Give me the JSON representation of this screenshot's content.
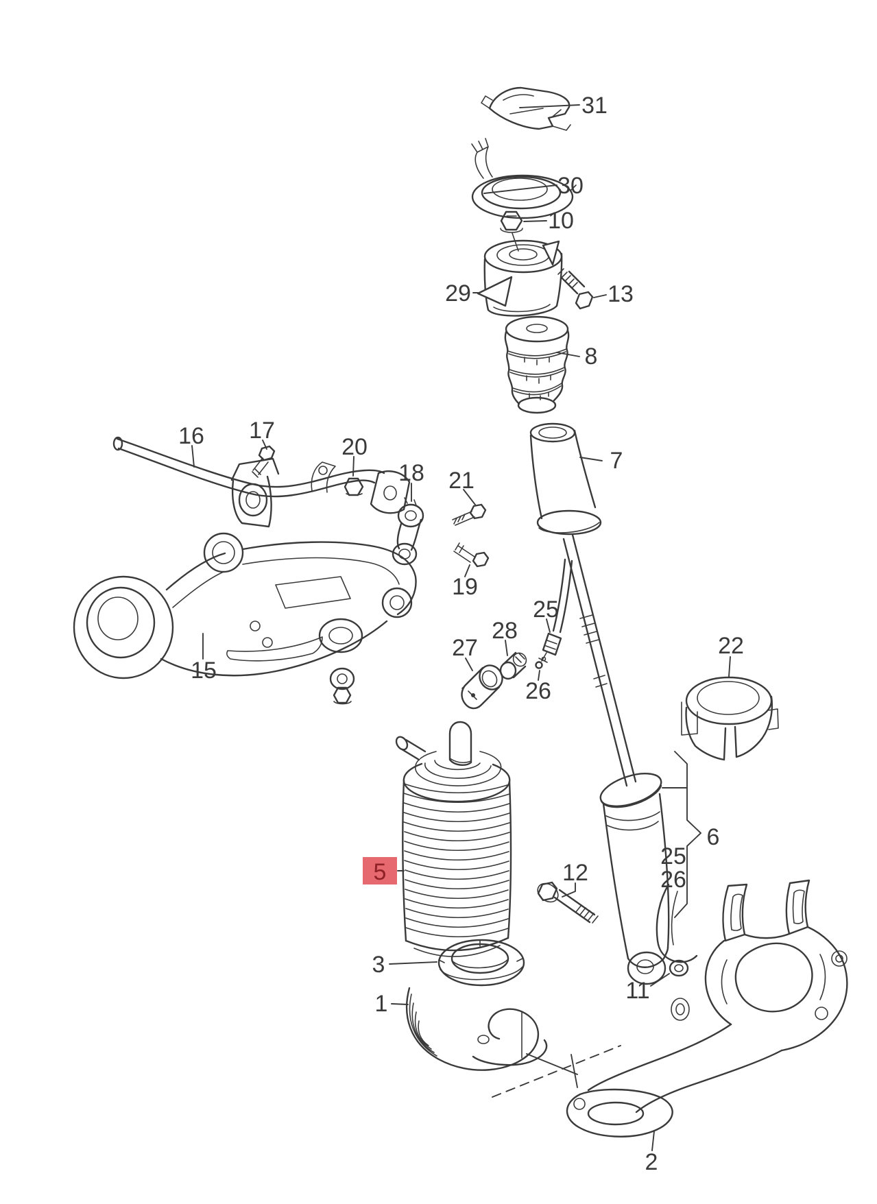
{
  "diagram": {
    "type": "exploded-parts-diagram",
    "background": "#ffffff",
    "line_color": "#3a3a3a",
    "highlight": {
      "bg": "#e5696e",
      "text": "#8f2127"
    }
  },
  "callouts": [
    {
      "label": "31"
    },
    {
      "label": "30"
    },
    {
      "label": "10"
    },
    {
      "label": "29"
    },
    {
      "label": "13"
    },
    {
      "label": "8"
    },
    {
      "label": "7"
    },
    {
      "label": "16"
    },
    {
      "label": "17"
    },
    {
      "label": "20"
    },
    {
      "label": "18"
    },
    {
      "label": "21"
    },
    {
      "label": "19"
    },
    {
      "label": "15"
    },
    {
      "label": "27"
    },
    {
      "label": "28"
    },
    {
      "label": "25"
    },
    {
      "label": "26"
    },
    {
      "label": "22"
    },
    {
      "label": "5",
      "highlighted": true
    },
    {
      "label": "3"
    },
    {
      "label": "1"
    },
    {
      "label": "12"
    },
    {
      "label": "11"
    },
    {
      "label": "6"
    },
    {
      "label": "25"
    },
    {
      "label": "26"
    },
    {
      "label": "2"
    }
  ]
}
